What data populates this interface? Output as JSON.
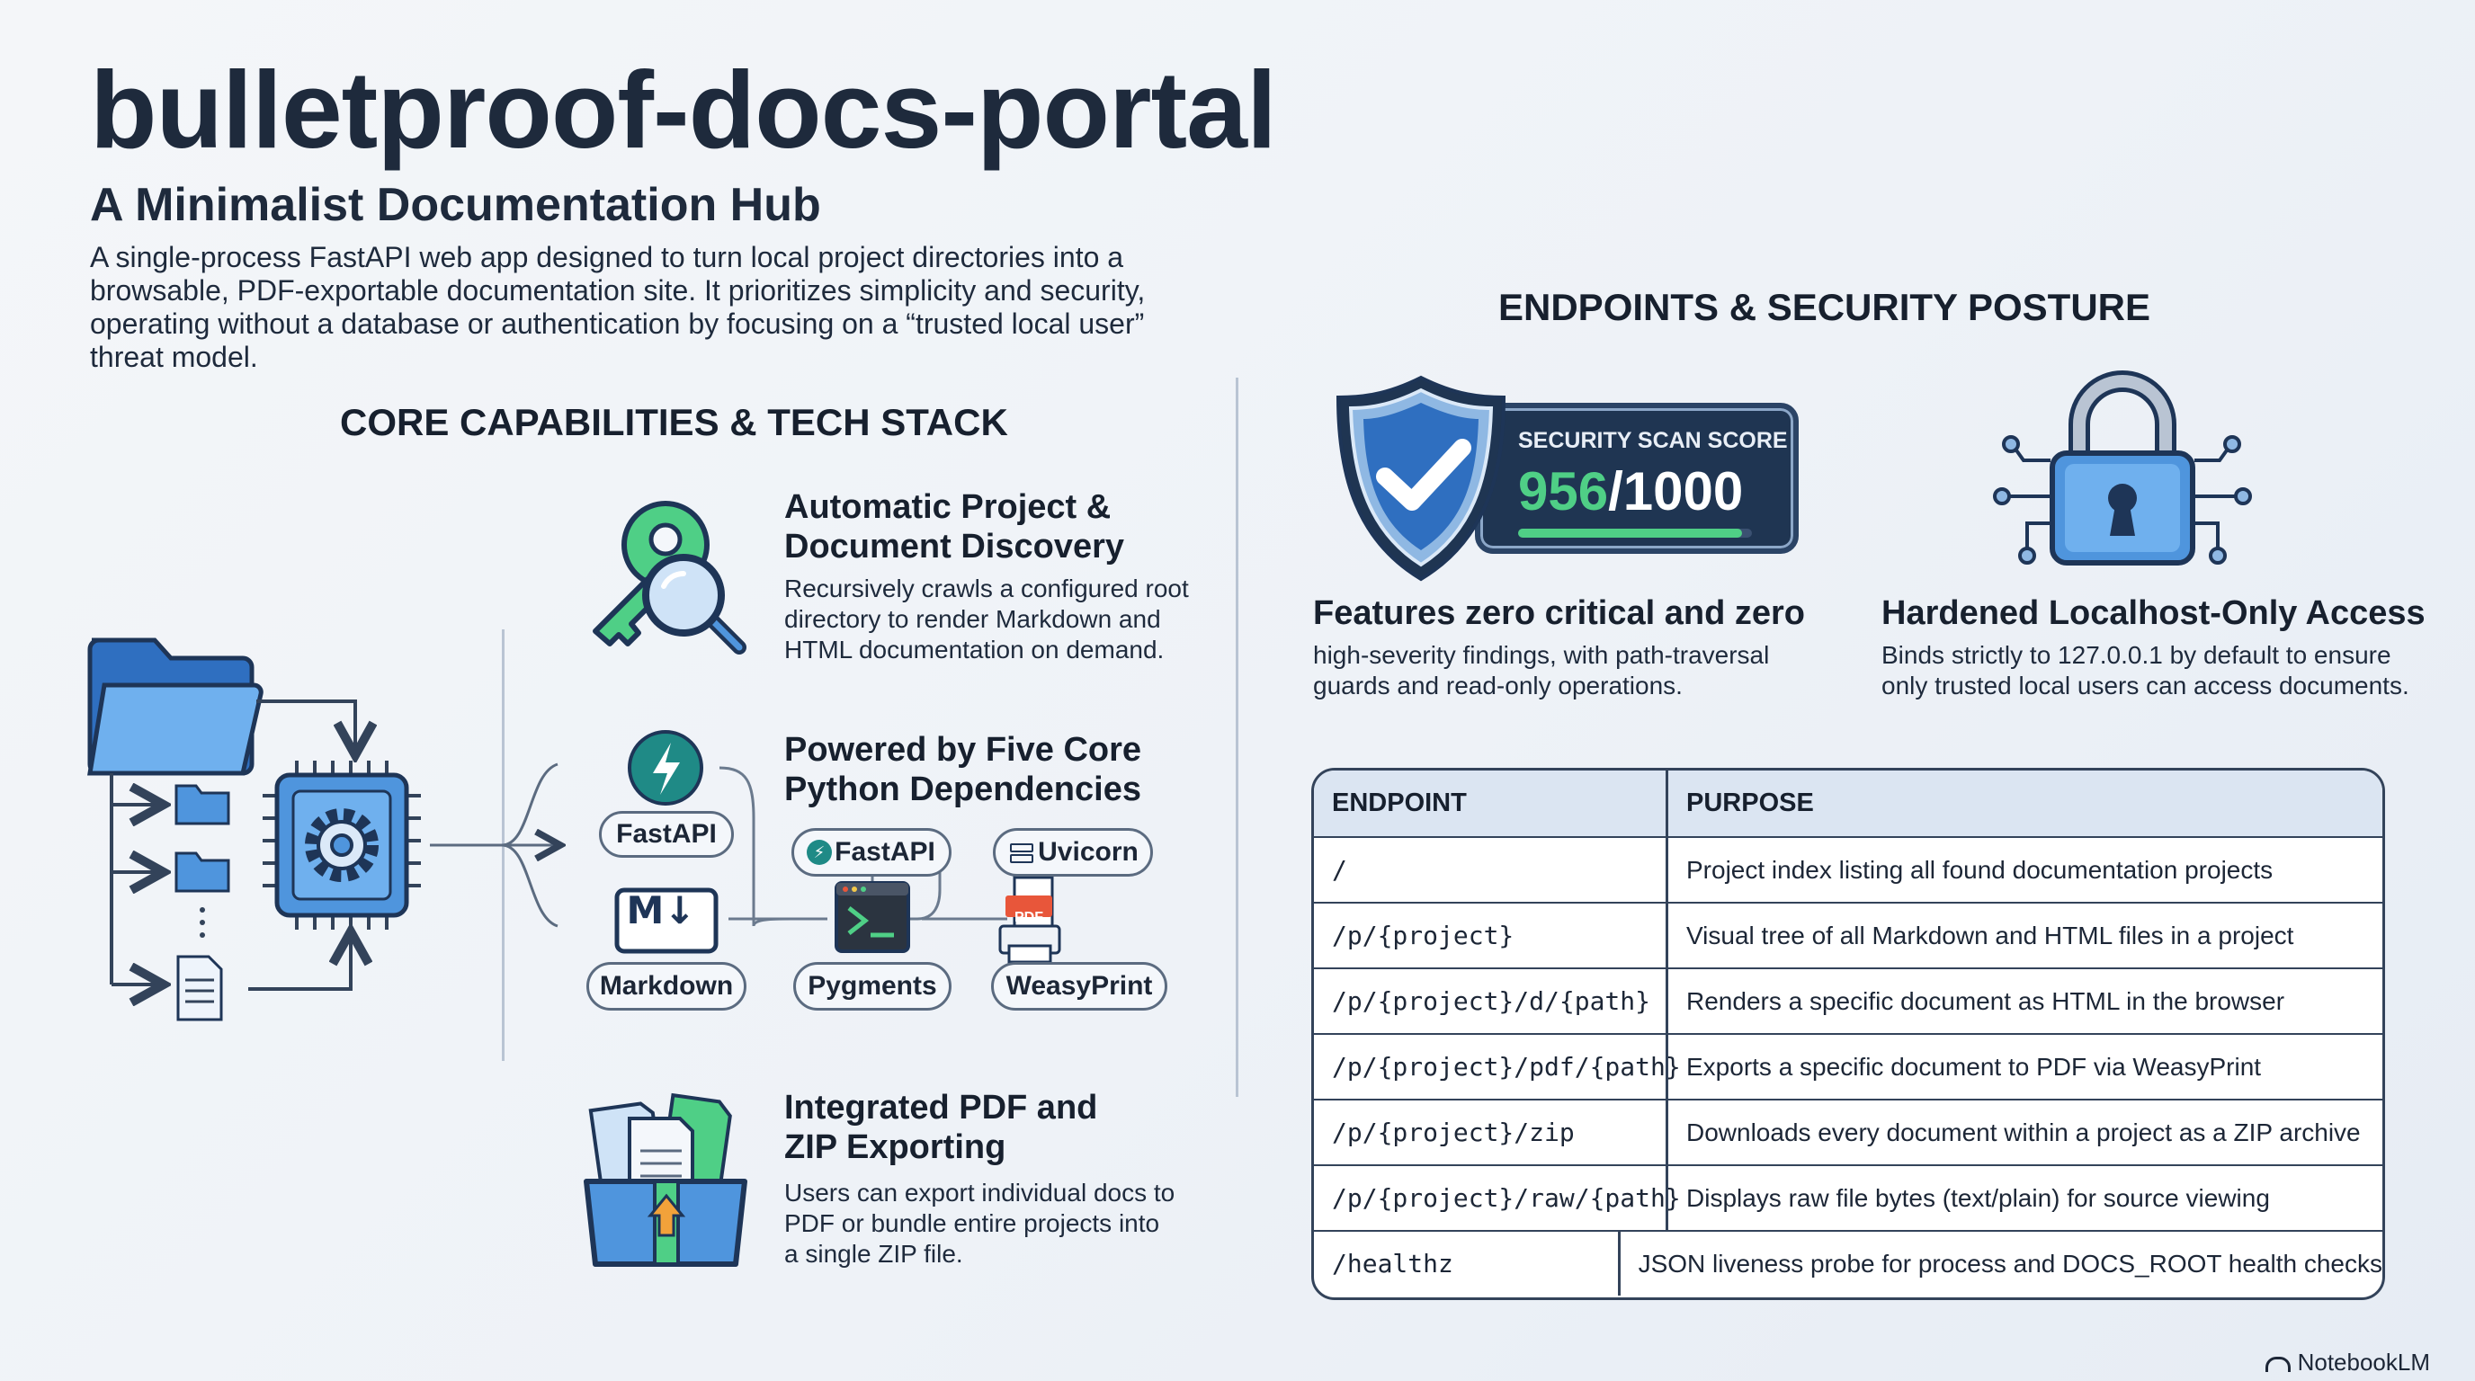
{
  "header": {
    "title": "bulletproof-docs-portal",
    "subtitle": "A Minimalist Documentation Hub",
    "intro": "A single-process FastAPI web app designed to turn local project directories into a browsable, PDF-exportable documentation site. It prioritizes simplicity and security, operating without a database or authentication by focusing on a “trusted local user” threat model."
  },
  "left": {
    "heading": "CORE CAPABILITIES & TECH STACK",
    "features": [
      {
        "title_l1": "Automatic Project &",
        "title_l2": "Document Discovery",
        "desc_l1": "Recursively crawls a configured root",
        "desc_l2": "directory to render Markdown and",
        "desc_l3": "HTML documentation on demand.",
        "icon": "key-magnifier-icon"
      },
      {
        "title_l1": "Powered by Five Core",
        "title_l2": "Python Dependencies",
        "icon": "dependency-graph"
      },
      {
        "title_l1": "Integrated PDF and",
        "title_l2": "ZIP Exporting",
        "desc_l1": "Users can export individual docs to",
        "desc_l2": "PDF or bundle entire projects into",
        "desc_l3": "a single ZIP file.",
        "icon": "export-box-icon"
      }
    ],
    "dependencies": {
      "fastapi_icon_label": "FastAPI",
      "fastapi_pill": "FastAPI",
      "uvicorn": "Uvicorn",
      "markdown": "Markdown",
      "pygments": "Pygments",
      "weasyprint": "WeasyPrint",
      "pdf_badge": "PDF"
    },
    "md_logo": "M↓"
  },
  "right": {
    "heading": "ENDPOINTS & SECURITY POSTURE",
    "score": {
      "label": "SECURITY SCAN SCORE",
      "value": "956",
      "total": "/1000",
      "fraction": 0.956
    },
    "security_cards": [
      {
        "title": "Features zero critical and zero",
        "desc_l1": "high-severity findings, with path-traversal",
        "desc_l2": "guards and read-only operations.",
        "icon": "shield-check-icon"
      },
      {
        "title": "Hardened Localhost-Only Access",
        "desc_l1": "Binds strictly to 127.0.0.1 by default to ensure",
        "desc_l2": "only trusted local users can access documents.",
        "icon": "padlock-circuit-icon"
      }
    ],
    "table": {
      "headers": [
        "ENDPOINT",
        "PURPOSE"
      ],
      "rows": [
        {
          "endpoint": "/",
          "purpose": "Project index listing all found documentation projects"
        },
        {
          "endpoint": "/p/{project}",
          "purpose": "Visual tree of all Markdown and HTML files in a project"
        },
        {
          "endpoint": "/p/{project}/d/{path}",
          "purpose": "Renders a specific document as HTML in the browser"
        },
        {
          "endpoint": "/p/{project}/pdf/{path}",
          "purpose": "Exports a specific document to PDF via WeasyPrint"
        },
        {
          "endpoint": "/p/{project}/zip",
          "purpose": "Downloads every document within a project as a ZIP archive"
        },
        {
          "endpoint": "/p/{project}/raw/{path}",
          "purpose": "Displays raw file bytes (text/plain) for source viewing"
        },
        {
          "endpoint": "/healthz",
          "purpose": "JSON liveness probe for process and DOCS_ROOT health checks"
        }
      ]
    }
  },
  "footer": {
    "brand": "NotebookLM"
  },
  "colors": {
    "accent": "#3f86d9",
    "dark": "#1e2a3c",
    "green": "#4fcf86",
    "teal": "#1f8a86",
    "pdf": "#e8563a"
  }
}
